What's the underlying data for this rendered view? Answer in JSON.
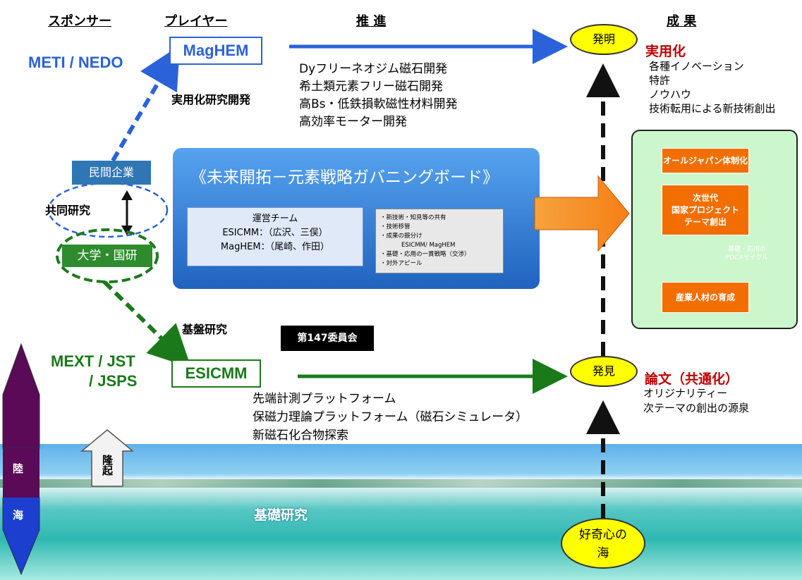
{
  "headers": {
    "sponsor": "スポンサー",
    "player": "プレイヤー",
    "promotion": "推 進",
    "results": "成 果"
  },
  "sponsors": {
    "top": "METI /  NEDO",
    "bottom_line1": "MEXT / JST",
    "bottom_line2": "/ JSPS"
  },
  "players": {
    "top": "MagHEM",
    "bottom": "ESICMM"
  },
  "labels": {
    "practical_rd": "実用化研究開発",
    "joint_research": "共同研究",
    "private_company": "民間企業",
    "university": "大学・国研",
    "fundamental_research": "基盤研究",
    "committee": "第147委員会",
    "basic_research": "基礎研究",
    "rise": "隆起",
    "land": "陸",
    "sea": "海"
  },
  "maghem_items": [
    "Dyフリーネオジム磁石開発",
    "希土類元素フリー磁石開発",
    "高Bs・低鉄損軟磁性材料開発",
    "高効率モーター開発"
  ],
  "esicmm_items": [
    "先端計測プラットフォーム",
    "保磁力理論プラットフォーム（磁石シミュレータ）",
    "新磁石化合物探索"
  ],
  "board": {
    "title": "《未来開拓－元素戦略ガバニングボード》",
    "team_lines": [
      "運営チーム",
      "ESICMM：（広沢、三俣）",
      "MagHEM：（尾崎、作田）"
    ],
    "role_lines": [
      "・新技術・知見等の共有",
      "・技術移管",
      "・成果の振分け",
      "ESICMM/ MagHEM",
      "・基礎・応用の一貫戦略（交渉）",
      "・対外アピール"
    ]
  },
  "outcomes": {
    "invention": "発明",
    "discovery": "発見",
    "curiosity_line1": "好奇心の",
    "curiosity_line2": "海",
    "practical_title": "実用化",
    "practical_items": [
      "各種イノベーション",
      "特許",
      "ノウハウ",
      "技術転用による新技術創出"
    ],
    "paper_title": "論文（共通化）",
    "paper_items": [
      "オリジナリティー",
      "次テーマの創出の源泉"
    ]
  },
  "result_panel": {
    "box1": "オールジャパン体制化",
    "box2_lines": [
      "次世代",
      "国家プロジェクト",
      "テーマ創出"
    ],
    "bubble_lines": [
      "基礎・応用の",
      "PDCAサイクル"
    ],
    "box3": "産業人材の育成"
  },
  "colors": {
    "blue": "#2b62d9",
    "green": "#1a7a1a",
    "red": "#c00000",
    "orange": "#f26e00",
    "yellow": "#ffff00",
    "purple": "#5a0a57",
    "board_blue": "#2f7ad6"
  }
}
